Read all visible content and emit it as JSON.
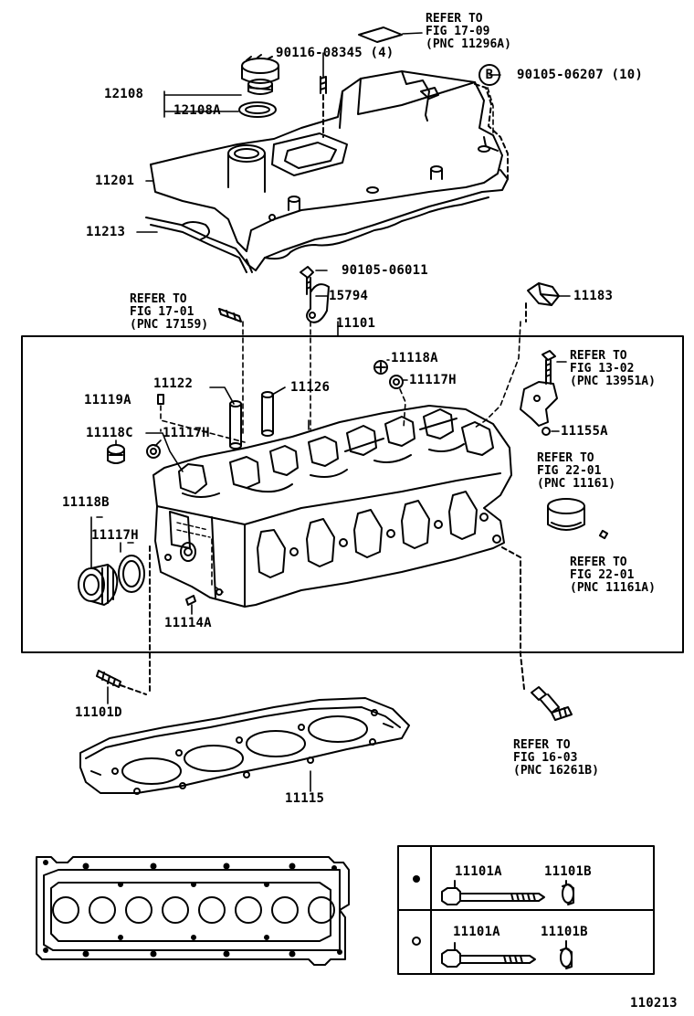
{
  "diagram_number": "110213",
  "marker_b": "B",
  "part_labels": {
    "p12108": "12108",
    "p12108A": "12108A",
    "p90116": "90116-08345 (4)",
    "p90105_06207": "90105-06207 (10)",
    "p11201": "11201",
    "p11213": "11213",
    "p90105_06011": "90105-06011",
    "p15794": "15794",
    "p11183": "11183",
    "p11101": "11101",
    "p11118A": "11118A",
    "p11117H_top": "11117H",
    "p11122": "11122",
    "p11126": "11126",
    "p11119A": "11119A",
    "p11118C": "11118C",
    "p11117H_mid": "11117H",
    "p11155A": "11155A",
    "p11118B": "11118B",
    "p11117H_left": "11117H",
    "p11114A": "11114A",
    "p11101D": "11101D",
    "p11115": "11115",
    "p11101A_1": "11101A",
    "p11101B_1": "11101B",
    "p11101A_2": "11101A",
    "p11101B_2": "11101B"
  },
  "references": {
    "ref_17_09": [
      "REFER TO",
      "FIG 17-09",
      "(PNC 11296A)"
    ],
    "ref_17_01": [
      "REFER TO",
      "FIG 17-01",
      "(PNC 17159)"
    ],
    "ref_13_02": [
      "REFER TO",
      "FIG 13-02",
      "(PNC 13951A)"
    ],
    "ref_22_01a": [
      "REFER TO",
      "FIG 22-01",
      "(PNC 11161)"
    ],
    "ref_22_01b": [
      "REFER TO",
      "FIG 22-01",
      "(PNC 11161A)"
    ],
    "ref_16_03": [
      "REFER TO",
      "FIG 16-03",
      "(PNC 16261B)"
    ]
  },
  "colors": {
    "ink": "#000000",
    "paper": "#ffffff"
  }
}
